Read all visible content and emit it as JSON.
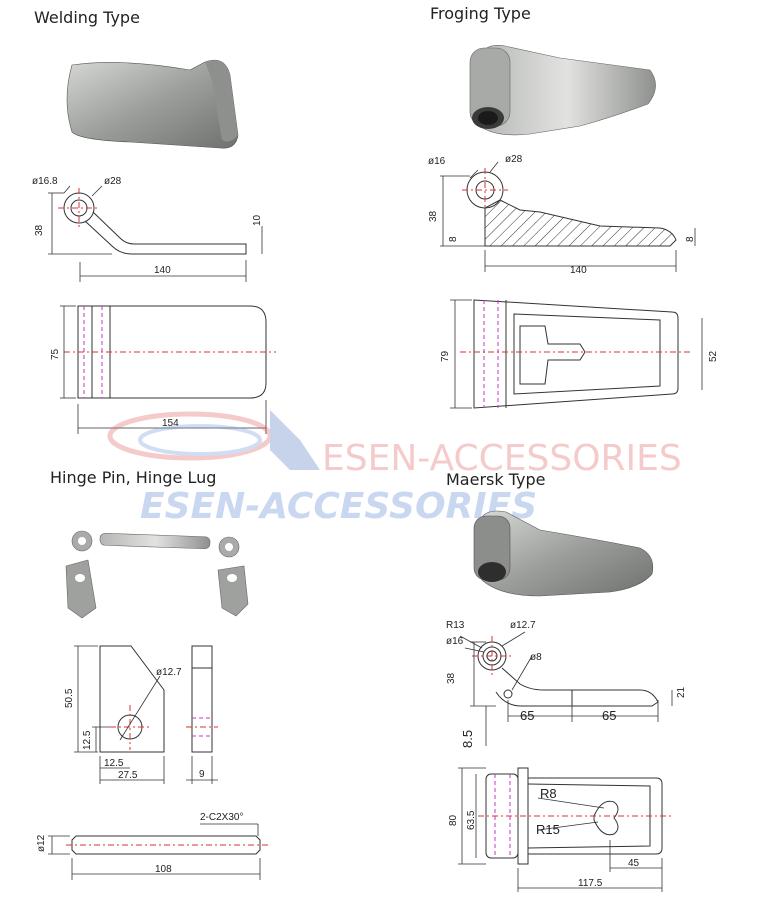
{
  "sections": {
    "welding": {
      "title": "Welding Type"
    },
    "forging": {
      "title": "Froging Type"
    },
    "pin": {
      "title": "Hinge Pin, Hinge Lug"
    },
    "maersk": {
      "title": "Maersk Type"
    }
  },
  "watermark": {
    "line1": "ESEN-ACCESSORIES",
    "line2": "ESEN-ACCESSORIES"
  },
  "dims": {
    "welding": {
      "d1": "ø16.8",
      "d2": "ø28",
      "h": "38",
      "t": "10",
      "len": "140",
      "w": "75",
      "len2": "154"
    },
    "forging": {
      "d1": "ø16",
      "d2": "ø28",
      "h": "38",
      "t1": "8",
      "t2": "8",
      "len": "140",
      "w": "79",
      "w2": "52"
    },
    "lug": {
      "d": "ø12.7",
      "h": "50.5",
      "h2": "12.5",
      "x": "12.5",
      "w": "27.5",
      "t": "9"
    },
    "pin": {
      "chamfer": "2-C2X30°",
      "d": "ø12",
      "len": "108"
    },
    "maersk": {
      "r1": "R13",
      "d1": "ø12.7",
      "d2": "ø16",
      "d3": "ø8",
      "h": "38",
      "t": "21",
      "a": "65",
      "b": "65",
      "c": "8.5",
      "w": "80",
      "w2": "63.5",
      "r2": "R8",
      "r3": "R15",
      "x": "45",
      "len": "117.5"
    }
  },
  "colors": {
    "metal_light": "#c9cbc8",
    "metal_dark": "#7d7f7c",
    "center_line": "#dd3333",
    "hidden_line": "#c33ac3"
  }
}
